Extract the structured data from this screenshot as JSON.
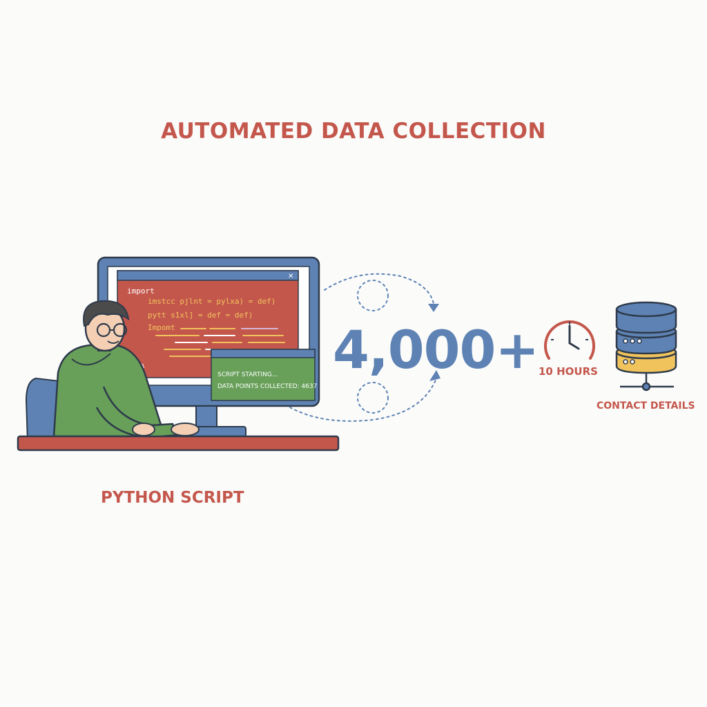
{
  "title": "AUTOMATED DATA COLLECTION",
  "code_window": {
    "lines": [
      "import",
      "imstcc pjlnt = pylxa) = def)",
      "pytt s1xl] = def = def)",
      "Impomt",
      "}"
    ]
  },
  "terminal": {
    "line1": "SCRIPT STARTING...",
    "line2": "DATA POINTS COLLECTED: 4637"
  },
  "left_label": "PYTHON SCRIPT",
  "stat": {
    "value": "4,000+",
    "time": "10 HOURS"
  },
  "database_label": "CONTACT DETAILS",
  "colors": {
    "accent_red": "#c4574c",
    "accent_blue": "#5d82b3",
    "terminal_green": "#68a05a",
    "code_red": "#c4574c",
    "db_yellow": "#f0c35c"
  },
  "icons": [
    "monitor-icon",
    "person-icon",
    "clock-icon",
    "database-icon",
    "cycle-arrows-icon"
  ]
}
